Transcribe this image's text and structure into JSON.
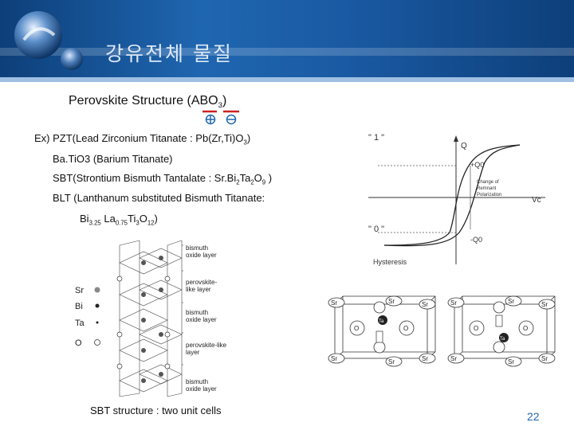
{
  "slide": {
    "title": "강유전체 물질",
    "page_number": "22"
  },
  "perovskite": {
    "heading": "Perovskite Structure (ABO",
    "heading_sub": "3",
    "heading_end": ")"
  },
  "examples": {
    "pzt": "Ex) PZT(Lead Zirconium Titanate : Pb(Zr,Ti)O",
    "pzt_sub": "3",
    "pzt_end": ")",
    "bto": "Ba.TiO3 (Barium Titanate)",
    "sbt_a": "SBT(Strontium Bismuth Tantalate : Sr.Bi",
    "sbt_sub1": "2",
    "sbt_b": "Ta",
    "sbt_sub2": "2",
    "sbt_c": "O",
    "sbt_sub3": "9",
    "sbt_end": " )",
    "blt": "BLT (Lanthanum substituted Bismuth Titanate:",
    "blt_f1": "Bi",
    "blt_s1": "3.25",
    "blt_f2": " La",
    "blt_s2": "0.75",
    "blt_f3": "Ti",
    "blt_s3": "3",
    "blt_f4": "O",
    "blt_s4": "12",
    "blt_f5": ")"
  },
  "hysteresis": {
    "label_one": "\" 1 \"",
    "label_zero": "\" 0 \"",
    "q": "Q",
    "plus_q0": "+Q0",
    "minus_q0": "-Q0",
    "vc": "Vc",
    "remnant_1": "Change of",
    "remnant_2": "Remnant",
    "remnant_3": "Polarization",
    "caption": "Hysteresis"
  },
  "sbt_structure": {
    "legend": [
      "Sr",
      "Bi",
      "Ta",
      "O"
    ],
    "layers": [
      "bismuth",
      "oxide layer",
      "perovskite-",
      "like layer",
      "bismuth",
      "oxide layer",
      "perovskite-like",
      "layer",
      "bismuth",
      "oxide layer"
    ],
    "caption": "SBT structure : two unit cells"
  },
  "unit_cells": {
    "corner": "Sr",
    "oxygen": "O",
    "center": "Ta"
  },
  "colors": {
    "banner": "#1f66b0",
    "page_number": "#1f66b0",
    "marker_red": "#cc2222",
    "marker_blue": "#1f66b0"
  }
}
